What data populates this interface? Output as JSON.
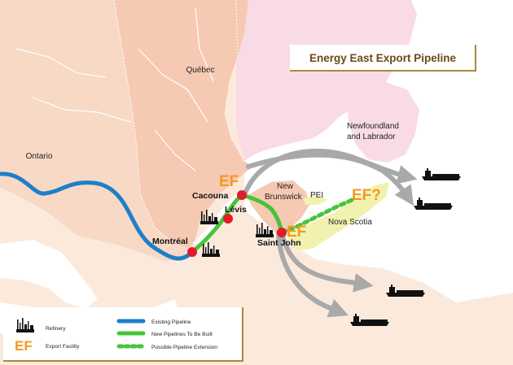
{
  "title": "Energy East Export Pipeline",
  "regions": {
    "quebec": "Québec",
    "ontario": "Ontario",
    "newfoundland_line1": "Newfoundland",
    "newfoundland_line2": "and Labrador",
    "new_brunswick_line1": "New",
    "new_brunswick_line2": "Brunswick",
    "pei": "PEI",
    "nova_scotia": "Nova Scotia"
  },
  "cities": {
    "montreal": "Montréal",
    "levis": "Lévis",
    "cacouna": "Cacouna",
    "saint_john": "Saint John"
  },
  "export_marks": {
    "cacouna": "EF",
    "saint_john": "EF",
    "nova_scotia": "EF?"
  },
  "legend": {
    "refinery": "Refinery",
    "ef_symbol": "EF",
    "export_facility": "Export Facility",
    "existing_pipeline": "Existing Pipeline",
    "new_pipelines": "New Pipelines To Be Built",
    "possible_extension": "Possible Pipeline Extension"
  },
  "colors": {
    "water": "#ffffff",
    "land_canada": "#f7d9c6",
    "land_us": "#fbeadc",
    "nfld": "#f9dbe6",
    "nova_scotia": "#f2f2b0",
    "existing_pipeline": "#1c7fc9",
    "new_pipeline": "#46c43a",
    "export_route": "#a9a9a9",
    "ef_orange": "#f39a1e",
    "terminal": "#e21b2b",
    "title_border": "#a98a3a"
  }
}
